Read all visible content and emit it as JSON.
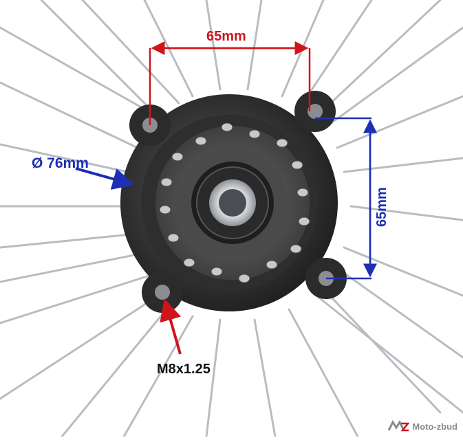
{
  "photo": {
    "subject": "Wheel hub with spokes and bearing",
    "colors": {
      "hub": "#2b2b2b",
      "hub_highlight": "#5a5a5a",
      "spoke": "#b9bcc0",
      "bearing_outer": "#1e1e1e",
      "bearing_inner": "#c7c9cc",
      "red_annotation": "#d0141c",
      "blue_annotation": "#1d2fb5"
    }
  },
  "annotations": {
    "top_dimension": "65mm",
    "diameter": "Ø 76mm",
    "right_dimension": "65mm",
    "thread": "M8x1.25"
  },
  "watermark": {
    "text": "Moto-zbud"
  }
}
